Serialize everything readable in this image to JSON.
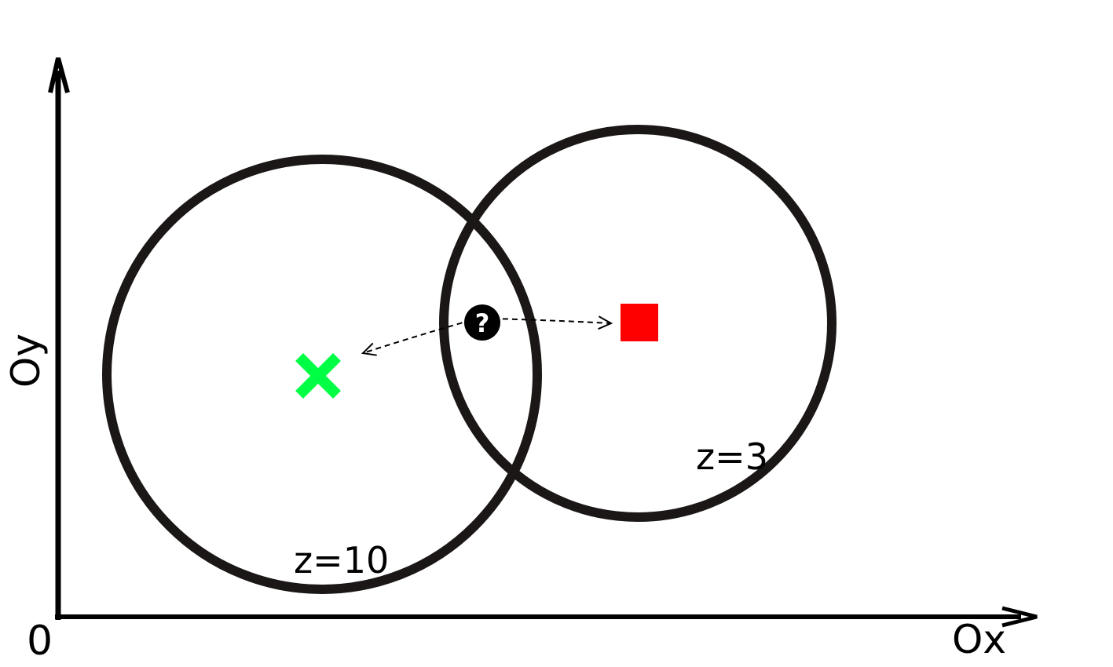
{
  "axes": {
    "origin_label": "0",
    "x_label": "Ox",
    "y_label": "Oy"
  },
  "circles": [
    {
      "name": "left",
      "label": "z=10"
    },
    {
      "name": "right",
      "label": "z=3"
    }
  ],
  "markers": {
    "unknown_point_glyph": "?",
    "left_center_icon": "green-cross-icon",
    "right_center_icon": "red-square-icon"
  },
  "colors": {
    "stroke": "#1a1716",
    "cross": "#00ff44",
    "square": "#ff0000",
    "unknown_point": "#000000"
  }
}
